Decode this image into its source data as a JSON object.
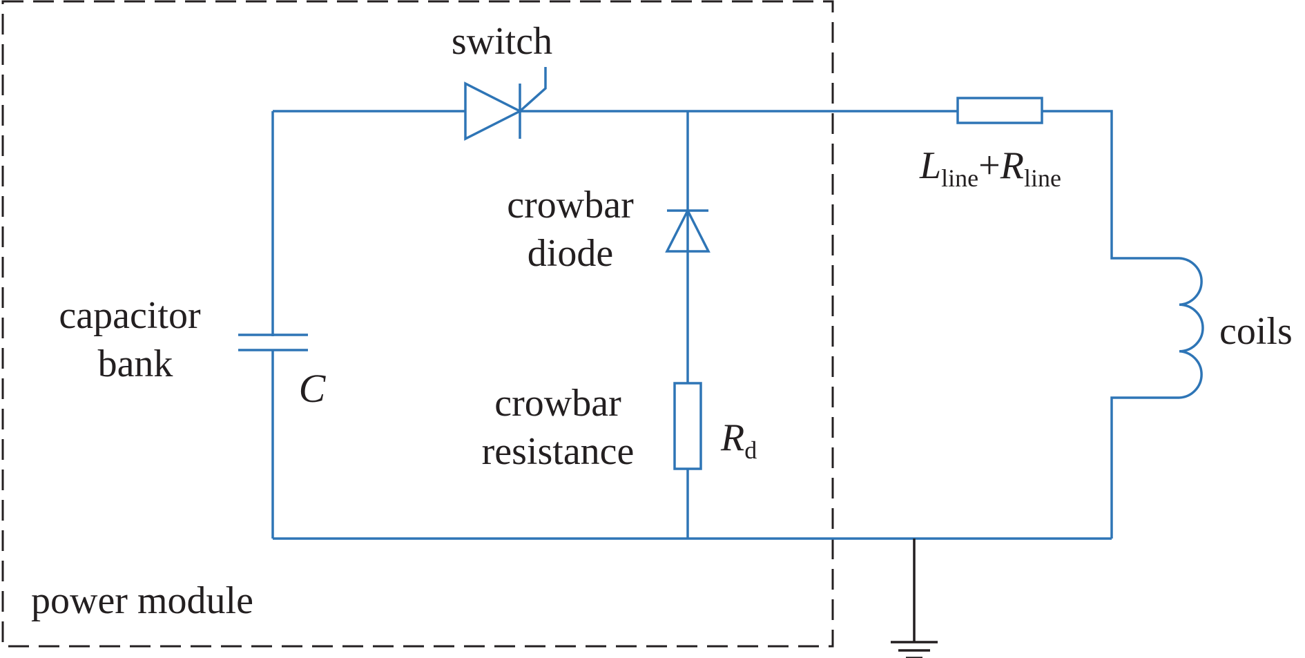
{
  "labels": {
    "switch": "switch",
    "capacitor_line1": "capacitor",
    "capacitor_line2": "bank",
    "capacitor_symbol": "C",
    "crowbar_diode_line1": "crowbar",
    "crowbar_diode_line2": "diode",
    "crowbar_resistance_line1": "crowbar",
    "crowbar_resistance_line2": "resistance",
    "rd_symbol": "R",
    "rd_subscript": "d",
    "line_l_symbol": "L",
    "line_l_subscript": "line",
    "line_plus": "+",
    "line_r_symbol": "R",
    "line_r_subscript": "line",
    "coils": "coils",
    "power_module": "power module"
  },
  "colors": {
    "wire": "#2e75b6",
    "ground": "#231f20",
    "boundary": "#231f20",
    "text": "#231f20"
  }
}
